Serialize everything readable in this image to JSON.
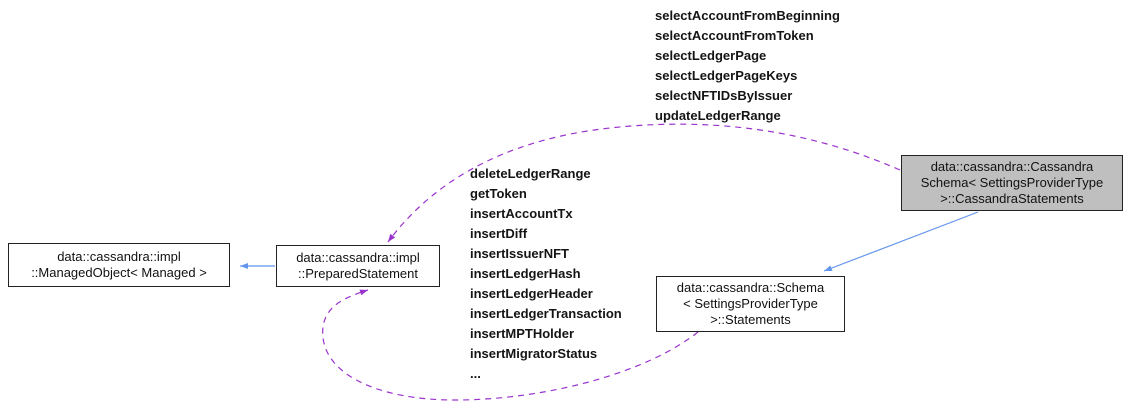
{
  "nodes": {
    "managed_object": {
      "line1": "data::cassandra::impl",
      "line2": "::ManagedObject< Managed >"
    },
    "prepared_statement": {
      "line1": "data::cassandra::impl",
      "line2": "::PreparedStatement"
    },
    "cassandra_statements": {
      "line1": "data::cassandra::Cassandra",
      "line2": "Schema< SettingsProviderType",
      "line3": ">::CassandraStatements"
    },
    "statements": {
      "line1": "data::cassandra::Schema",
      "line2": "< SettingsProviderType",
      "line3": ">::Statements"
    }
  },
  "edges": {
    "cassandra_statements_to_prepared": {
      "labels": [
        "selectAccountFromBeginning",
        "selectAccountFromToken",
        "selectLedgerPage",
        "selectLedgerPageKeys",
        "selectNFTIDsByIssuer",
        "updateLedgerRange"
      ]
    },
    "statements_to_prepared": {
      "labels": [
        "deleteLedgerRange",
        "getToken",
        "insertAccountTx",
        "insertDiff",
        "insertIssuerNFT",
        "insertLedgerHash",
        "insertLedgerHeader",
        "insertLedgerTransaction",
        "insertMPTHolder",
        "insertMigratorStatus",
        "..."
      ]
    }
  },
  "colors": {
    "inheritance_edge": "#6495ed",
    "usage_edge": "#9a32cd",
    "node_border": "#222222",
    "node_fill": "#ffffff",
    "highlight_node_fill": "#bfbfbf",
    "edge_label_color": "#141414",
    "background": "#ffffff"
  }
}
